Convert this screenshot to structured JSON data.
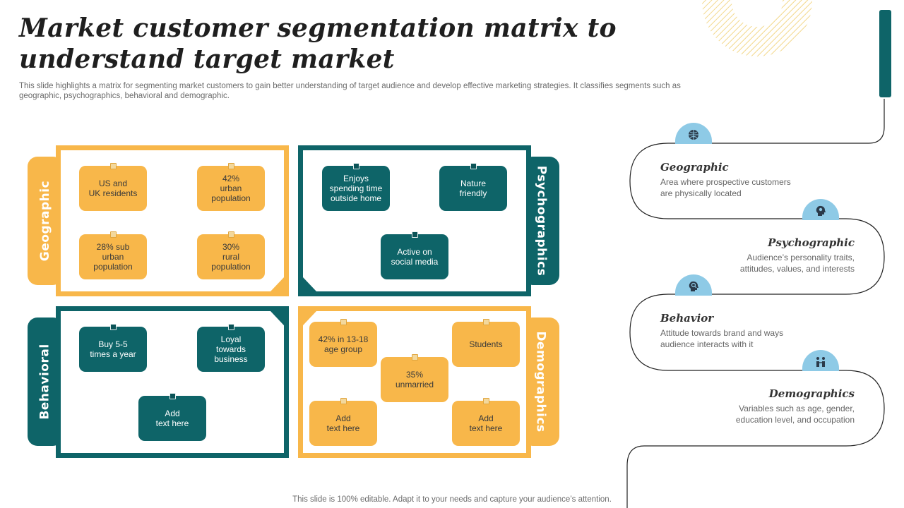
{
  "header": {
    "title": "Market customer segmentation matrix to understand target market",
    "subtitle": "This slide highlights a matrix for segmenting market customers to gain better understanding of target audience and develop effective marketing strategies. It classifies segments such as geographic, psychographics, behavioral and demographic."
  },
  "colors": {
    "yellow": "#f8b74a",
    "teal": "#0e6468",
    "light_blue": "#8ecae6"
  },
  "matrix": {
    "geographic": {
      "label": "Geographic",
      "items": [
        "US and\nUK residents",
        "42%\nurban population",
        "28% sub\nurban population",
        "30%\nrural\npopulation"
      ]
    },
    "psychographics": {
      "label": "Psychographics",
      "items": [
        "Enjoys\nspending time\noutside home",
        "Nature\nfriendly",
        "Active on\nsocial media"
      ]
    },
    "behavioral": {
      "label": "Behavioral",
      "items": [
        "Buy 5-5\ntimes a year",
        "Loyal\ntowards business",
        "Add\ntext here"
      ]
    },
    "demographics": {
      "label": "Demographics",
      "items": [
        "42% in 13-18\nage group",
        "Students",
        "35%\nunmarried",
        "Add\ntext here",
        "Add\ntext here"
      ]
    }
  },
  "timeline": [
    {
      "title": "Geographic",
      "desc": "Area where prospective customers\nare physically located",
      "icon": "globe-icon"
    },
    {
      "title": "Psychographic",
      "desc": "Audience’s personality traits,\nattitudes, values, and interests",
      "icon": "head-gear-icon"
    },
    {
      "title": "Behavior",
      "desc": "Attitude towards brand and ways\naudience interacts with it",
      "icon": "head-search-icon"
    },
    {
      "title": "Demographics",
      "desc": "Variables such as age, gender,\neducation level, and occupation",
      "icon": "people-icon"
    }
  ],
  "footer": "This slide is 100% editable. Adapt it to your needs and capture your audience’s attention."
}
